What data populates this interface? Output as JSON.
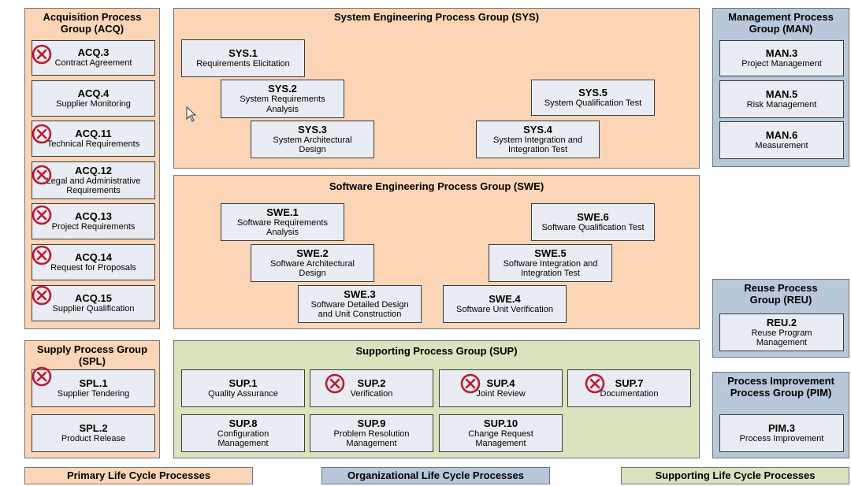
{
  "icons": {
    "not_assessed": "circled-x-icon",
    "cursor": "mouse-pointer-icon"
  },
  "colors": {
    "primary": "#fbd5b5",
    "organizational": "#b8c7da",
    "supporting": "#d7e4bd",
    "process_box": "#e9edf3",
    "cross_mark": "#c0182b"
  },
  "groups": {
    "acq": {
      "title": "Acquisition Process Group (ACQ)",
      "processes": [
        {
          "id": "ACQ.3",
          "name": "Contract Agreement",
          "crossed": true
        },
        {
          "id": "ACQ.4",
          "name": "Supplier Monitoring",
          "crossed": false
        },
        {
          "id": "ACQ.11",
          "name": "Technical Requirements",
          "crossed": true
        },
        {
          "id": "ACQ.12",
          "name": "Legal and Administrative Requirements",
          "crossed": true
        },
        {
          "id": "ACQ.13",
          "name": "Project Requirements",
          "crossed": true
        },
        {
          "id": "ACQ.14",
          "name": "Request for Proposals",
          "crossed": true
        },
        {
          "id": "ACQ.15",
          "name": "Supplier Qualification",
          "crossed": true
        }
      ]
    },
    "sys": {
      "title": "System Engineering Process Group (SYS)",
      "processes": [
        {
          "id": "SYS.1",
          "name": "Requirements Elicitation"
        },
        {
          "id": "SYS.2",
          "name": "System Requirements Analysis"
        },
        {
          "id": "SYS.3",
          "name": "System Architectural Design"
        },
        {
          "id": "SYS.4",
          "name": "System Integration and Integration Test"
        },
        {
          "id": "SYS.5",
          "name": "System Qualification Test"
        }
      ]
    },
    "swe": {
      "title": "Software Engineering Process Group (SWE)",
      "processes": [
        {
          "id": "SWE.1",
          "name": "Software Requirements Analysis"
        },
        {
          "id": "SWE.2",
          "name": "Software Architectural Design"
        },
        {
          "id": "SWE.3",
          "name": "Software Detailed Design and Unit Construction"
        },
        {
          "id": "SWE.4",
          "name": "Software Unit Verification"
        },
        {
          "id": "SWE.5",
          "name": "Software Integration and Integration Test"
        },
        {
          "id": "SWE.6",
          "name": "Software Qualification Test"
        }
      ]
    },
    "man": {
      "title": "Management Process Group (MAN)",
      "processes": [
        {
          "id": "MAN.3",
          "name": "Project Management"
        },
        {
          "id": "MAN.5",
          "name": "Risk Management"
        },
        {
          "id": "MAN.6",
          "name": "Measurement"
        }
      ]
    },
    "reu": {
      "title": "Reuse Process Group (REU)",
      "processes": [
        {
          "id": "REU.2",
          "name": "Reuse Program Management"
        }
      ]
    },
    "pim": {
      "title": "Process Improvement Process Group (PIM)",
      "processes": [
        {
          "id": "PIM.3",
          "name": "Process Improvement"
        }
      ]
    },
    "spl": {
      "title": "Supply Process Group (SPL)",
      "processes": [
        {
          "id": "SPL.1",
          "name": "Supplier Tendering",
          "crossed": true
        },
        {
          "id": "SPL.2",
          "name": "Product Release",
          "crossed": false
        }
      ]
    },
    "sup": {
      "title": "Supporting Process Group (SUP)",
      "processes": [
        {
          "id": "SUP.1",
          "name": "Quality Assurance",
          "crossed": false
        },
        {
          "id": "SUP.2",
          "name": "Verification",
          "crossed": true
        },
        {
          "id": "SUP.4",
          "name": "Joint Review",
          "crossed": true
        },
        {
          "id": "SUP.7",
          "name": "Documentation",
          "crossed": true
        },
        {
          "id": "SUP.8",
          "name": "Configuration Management",
          "crossed": false
        },
        {
          "id": "SUP.9",
          "name": "Problem Resolution Management",
          "crossed": false
        },
        {
          "id": "SUP.10",
          "name": "Change Request Management",
          "crossed": false
        }
      ]
    }
  },
  "legend": {
    "primary": "Primary Life Cycle Processes",
    "organizational": "Organizational Life Cycle Processes",
    "supporting": "Supporting Life Cycle Processes"
  }
}
